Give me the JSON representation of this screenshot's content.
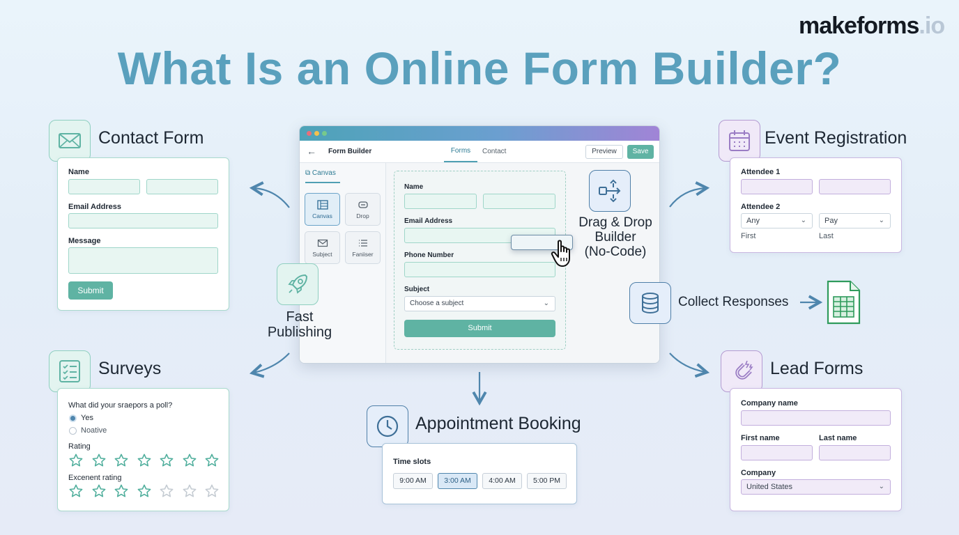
{
  "brand": {
    "name": "makeforms",
    "tld": ".io"
  },
  "title": "What Is an Online Form Builder?",
  "colors": {
    "teal": "#5fb3a3",
    "title": "#5aa0bd",
    "purple": "#a184d6",
    "navy": "#4f7fa8"
  },
  "contact_form": {
    "heading": "Contact Form",
    "icon": "envelope-icon",
    "name_label": "Name",
    "email_label": "Email Address",
    "message_label": "Message",
    "submit_label": "Submit"
  },
  "surveys": {
    "heading": "Surveys",
    "icon": "checklist-icon",
    "question": "What did your sraepors a poll?",
    "options": [
      "Yes",
      "Noative"
    ],
    "selected_option": "Yes",
    "rating_label": "Rating",
    "rating_value": 7,
    "rating_max": 7,
    "excellent_label": "Excenent rating",
    "excellent_value": 4,
    "excellent_max": 7
  },
  "builder": {
    "window_title": "Form Builder",
    "tabs": [
      "Forms",
      "Contact"
    ],
    "active_tab": "Forms",
    "preview_label": "Preview",
    "save_label": "Save",
    "canvas_label": "Canvas",
    "tools": [
      {
        "label": "Canvas",
        "icon": "layout-icon"
      },
      {
        "label": "Drop",
        "icon": "drop-icon"
      },
      {
        "label": "Subject",
        "icon": "envelope-icon"
      },
      {
        "label": "Faniiser",
        "icon": "list-icon"
      }
    ],
    "form": {
      "name_label": "Name",
      "email_label": "Email Address",
      "phone_label": "Phone Number",
      "subject_label": "Subject",
      "subject_placeholder": "Choose a subject",
      "submit_label": "Submit"
    }
  },
  "drag_drop": {
    "line1": "Drag & Drop",
    "line2": "Builder",
    "line3": "(No-Code)",
    "icon": "flow-icon"
  },
  "fast_publishing": {
    "line1": "Fast",
    "line2": "Publishing",
    "icon": "rocket-icon"
  },
  "appointment": {
    "heading": "Appointment Booking",
    "icon": "clock-icon",
    "slots_label": "Time slots",
    "slots": [
      "9:00 AM",
      "3:00 AM",
      "4:00 AM",
      "5:00 PM"
    ],
    "selected_slot": "3:00 AM"
  },
  "event_registration": {
    "heading": "Event Registration",
    "icon": "calendar-icon",
    "attendee1_label": "Attendee 1",
    "attendee2_label": "Attendee 2",
    "select1_value": "Any",
    "select2_value": "Pay",
    "first_label": "First",
    "last_label": "Last"
  },
  "collect_responses": {
    "label": "Collect Responses",
    "icon": "database-icon",
    "sheet_icon": "spreadsheet-icon"
  },
  "lead_forms": {
    "heading": "Lead Forms",
    "icon": "magnet-icon",
    "company_name_label": "Company name",
    "first_name_label": "First name",
    "last_name_label": "Last name",
    "company_label": "Company",
    "country_value": "United States"
  }
}
